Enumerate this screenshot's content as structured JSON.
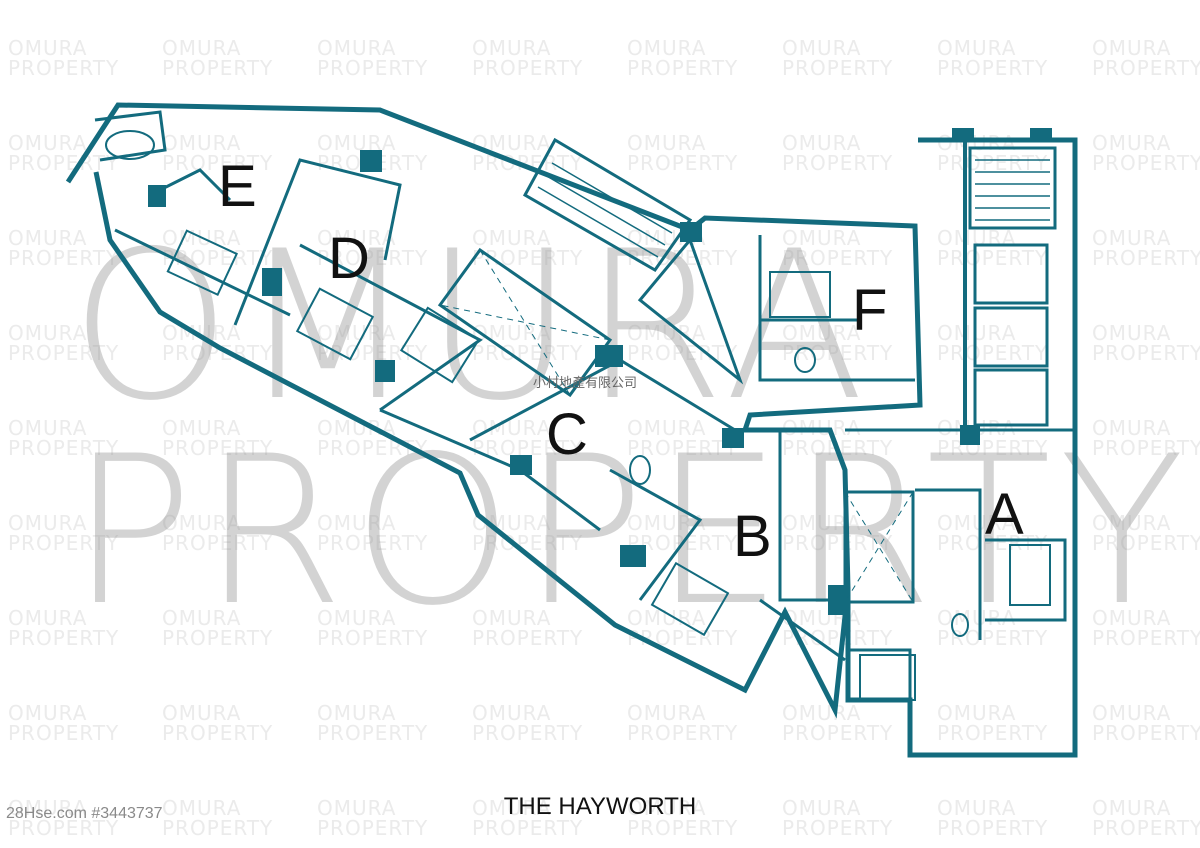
{
  "watermark": {
    "tile_line1": "OMURA",
    "tile_line2": "PROPERTY",
    "big_line1": "OMURA",
    "big_line2": "PROPERTY",
    "company_cn": "小村地產有限公司"
  },
  "floorplan": {
    "title": "THE HAYWORTH",
    "units": [
      "A",
      "B",
      "C",
      "D",
      "E",
      "F"
    ]
  },
  "footer": {
    "id_text": "28Hse.com #3443737"
  },
  "colors": {
    "wall": "#136b7e",
    "label": "#111111",
    "watermark": "#cfcfcf"
  }
}
